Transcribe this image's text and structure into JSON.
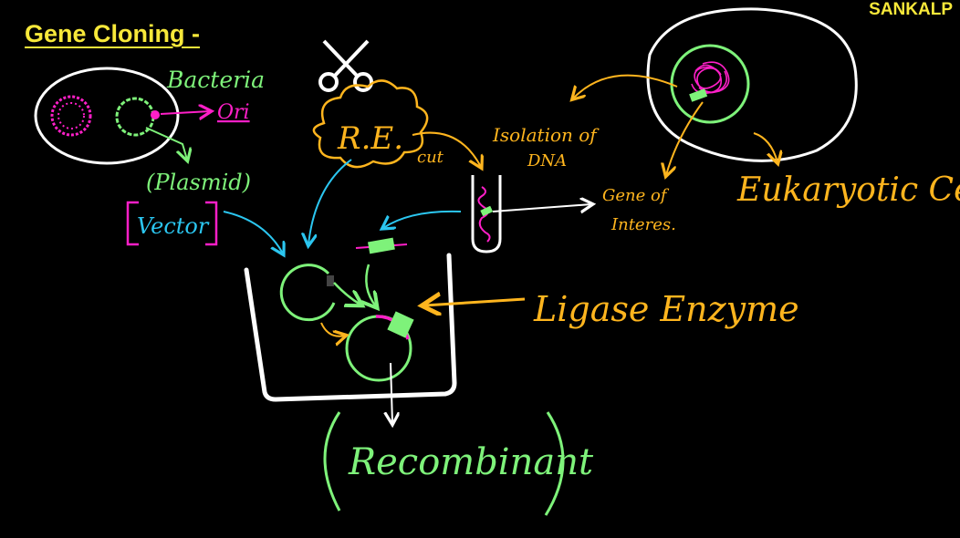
{
  "header": {
    "title": "Gene Cloning -",
    "brand": "SANKALP"
  },
  "labels": {
    "bacteria": "Bacteria",
    "ori": "Ori",
    "plasmid": "(Plasmid)",
    "vector": "Vector",
    "restriction_enzyme": "R.E.",
    "cut": "cut",
    "isolation_line1": "Isolation of",
    "isolation_line2": "DNA",
    "gene_line1": "Gene of",
    "gene_line2": "Interes.",
    "eukaryotic_cell": "Eukaryotic Cell",
    "ligase_enzyme": "Ligase Enzyme",
    "recombinant": "Recombinant"
  },
  "colors": {
    "title": "#f7e83a",
    "pink": "#ff1fc8",
    "green": "#7ef27a",
    "orange": "#ffb51e",
    "cyan": "#2bc6f0",
    "white": "#ffffff"
  },
  "icons": {
    "scissors": "scissors-icon"
  }
}
